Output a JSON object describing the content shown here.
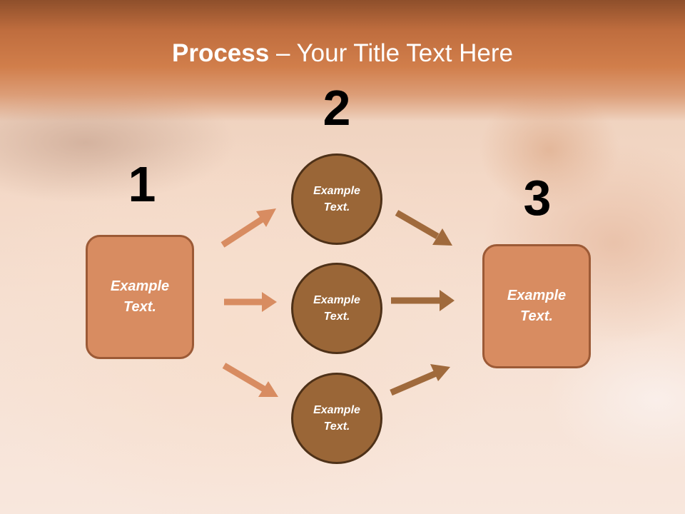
{
  "title": {
    "bold": "Process",
    "rest": " – Your Title Text Here"
  },
  "steps": [
    {
      "number": "1",
      "text": "Example\nText."
    },
    {
      "number": "2",
      "text": "Example\nText."
    },
    {
      "number": "3",
      "text": "Example\nText."
    }
  ],
  "middle": [
    {
      "text": "Example\nText."
    },
    {
      "text": "Example\nText."
    },
    {
      "text": "Example\nText."
    }
  ],
  "colors": {
    "title_band": "#c8733f",
    "box_fill": "#d88c61",
    "box_border": "#9c5a36",
    "circle_fill": "#9a6637",
    "circle_border": "#4e3118",
    "left_arrows": "#d88c61",
    "right_arrows": "#a06a3c"
  }
}
